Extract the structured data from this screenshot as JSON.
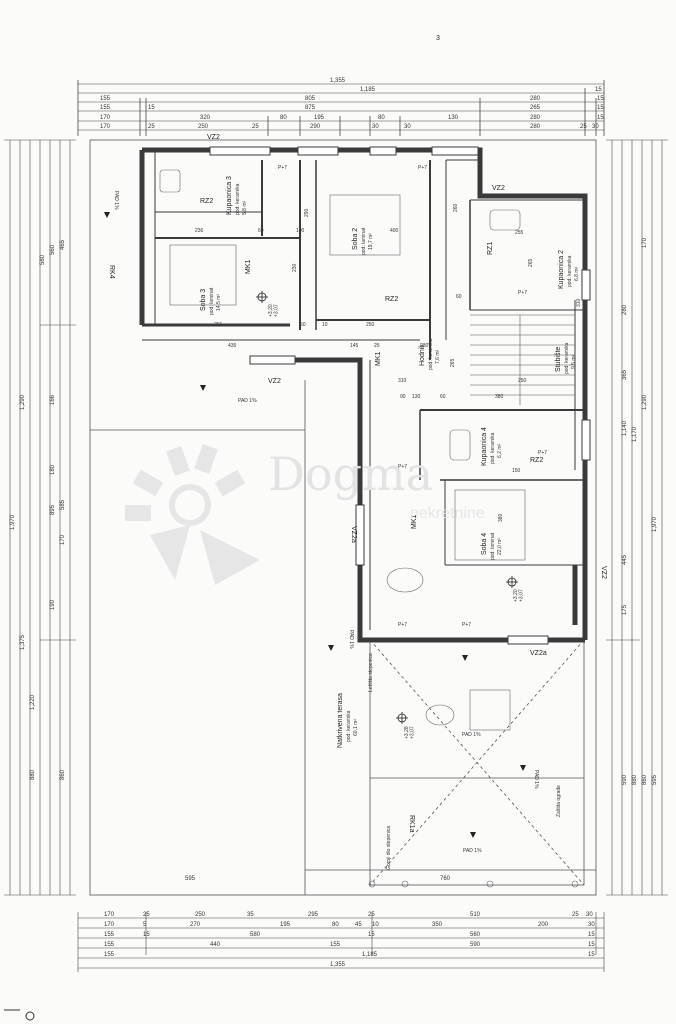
{
  "page_mark": "3",
  "watermark": {
    "brand": "Dogma",
    "tagline": "nekretnine"
  },
  "dimensions_top": {
    "row1": [
      "1,355"
    ],
    "row2": [
      "1,185",
      "15"
    ],
    "row3": [
      "155",
      "805",
      "280",
      "15"
    ],
    "row4": [
      "155",
      "15",
      "875",
      "265",
      "15"
    ],
    "row5": [
      "170",
      "320",
      "80",
      "195",
      "80",
      "130",
      "280",
      "15"
    ],
    "row6": [
      "170",
      "25",
      "250",
      "25",
      "290",
      "30",
      "30",
      "280",
      "25",
      "30"
    ]
  },
  "dimensions_bottom": {
    "row1": [
      "170",
      "25",
      "250",
      "35",
      "295",
      "25",
      "510",
      "25",
      "30"
    ],
    "row2": [
      "170",
      "5",
      "270",
      "195",
      "80",
      "45",
      "10",
      "350",
      "200",
      "30"
    ],
    "row3": [
      "155",
      "15",
      "580",
      "15",
      "560",
      "15"
    ],
    "row4": [
      "155",
      "440",
      "155",
      "590",
      "15"
    ],
    "row5": [
      "155",
      "1,185",
      "15"
    ],
    "row6": [
      "1,355"
    ]
  },
  "dimensions_left": [
    "1,970",
    "1,290",
    "1,220",
    "1,375",
    "895",
    "585",
    "465",
    "560",
    "580",
    "180",
    "190",
    "170",
    "166",
    "860",
    "880"
  ],
  "dimensions_right": [
    "1,970",
    "1,290",
    "1,170",
    "1,140",
    "170",
    "365",
    "280",
    "445",
    "175",
    "590",
    "880",
    "860",
    "595"
  ],
  "rooms": [
    {
      "name": "Kupaonica 3",
      "detail": "pod: keramika",
      "area": "5,8 m²"
    },
    {
      "name": "Soba 2",
      "detail": "pod: laminat",
      "area": "19,7 m²"
    },
    {
      "name": "Soba 3",
      "detail": "pod: laminat",
      "area": "14,5 m²"
    },
    {
      "name": "Kupaonica 2",
      "detail": "pod: keramika",
      "area": "6,8 m²"
    },
    {
      "name": "Hodnik",
      "detail": "pod: keramika",
      "area": "7,6 m²"
    },
    {
      "name": "Stubište",
      "detail": "pod: keramika",
      "area": "9,5 m²"
    },
    {
      "name": "Kupaonica 4",
      "detail": "pod: keramika",
      "area": "6,2 m²"
    },
    {
      "name": "Soba 4",
      "detail": "pod: laminat",
      "area": "22,0 m²"
    },
    {
      "name": "Natkrivena terasa",
      "detail": "pod: keramika",
      "area": "60,1 m²"
    }
  ],
  "outdoor_labels": [
    "Gornji dio stepenica",
    "Ležišta stepenica",
    "Zaštita ograde"
  ],
  "wall_codes": [
    "VZ2",
    "VZ2",
    "VZ2",
    "VZ2",
    "VZ2a",
    "VZ2a",
    "RZ2",
    "RZ2",
    "RZ2",
    "RZ1",
    "MK1",
    "MK1",
    "MK1",
    "RK4",
    "RK1a"
  ],
  "slope_labels": [
    "PAD 1%",
    "PAD 1%",
    "PAD 1%",
    "PAD 1%",
    "PAD 1%",
    "PAD 1%"
  ],
  "levels": [
    "+3,20\n+3,07",
    "+3,20\n+3,07",
    "+3,28\n+3,07"
  ],
  "interior_dims": [
    "236",
    "60",
    "290",
    "100",
    "400",
    "230",
    "355",
    "50",
    "10",
    "250",
    "435",
    "145",
    "25",
    "230",
    "265",
    "310",
    "380",
    "255",
    "310",
    "265",
    "250",
    "380",
    "260",
    "60",
    "150",
    "130",
    "90",
    "60",
    "P+7",
    "P+7",
    "P+7",
    "P+7",
    "P+7",
    "P+7",
    "P+7",
    "595",
    "760"
  ],
  "colors": {
    "wall": "#3a3a3a",
    "line": "#555555",
    "paper": "#fbfbfa",
    "watermark": "#e3e3e3"
  }
}
